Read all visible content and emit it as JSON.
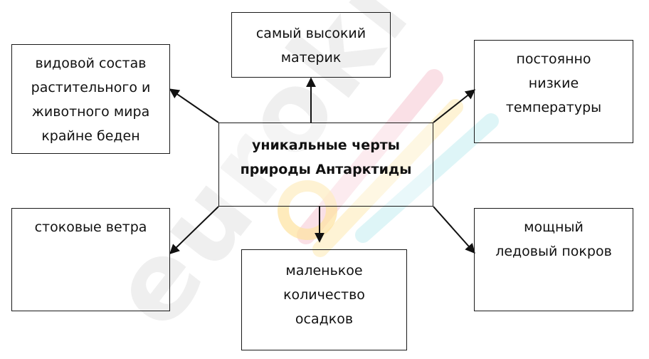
{
  "diagram": {
    "center": {
      "lines": [
        "уникальные черты",
        "природы Антарктиды"
      ]
    },
    "top": {
      "lines": [
        "самый высокий",
        "материк"
      ]
    },
    "top_left": {
      "lines": [
        "видовой состав",
        "растительного и",
        "животного мира",
        "крайне беден"
      ]
    },
    "top_right": {
      "lines": [
        "постоянно",
        "низкие",
        "температуры"
      ]
    },
    "bottom_left": {
      "lines": [
        "стоковые ветра"
      ]
    },
    "bottom_center": {
      "lines": [
        "маленькое",
        "количество",
        "осадков"
      ]
    },
    "bottom_right": {
      "lines": [
        "мощный",
        "ледовый покров"
      ]
    }
  },
  "watermark": {
    "text": "euroki",
    "colors": [
      "#d8d8d8",
      "#f4b9c7",
      "#fde7a6",
      "#bfe9ee"
    ]
  }
}
